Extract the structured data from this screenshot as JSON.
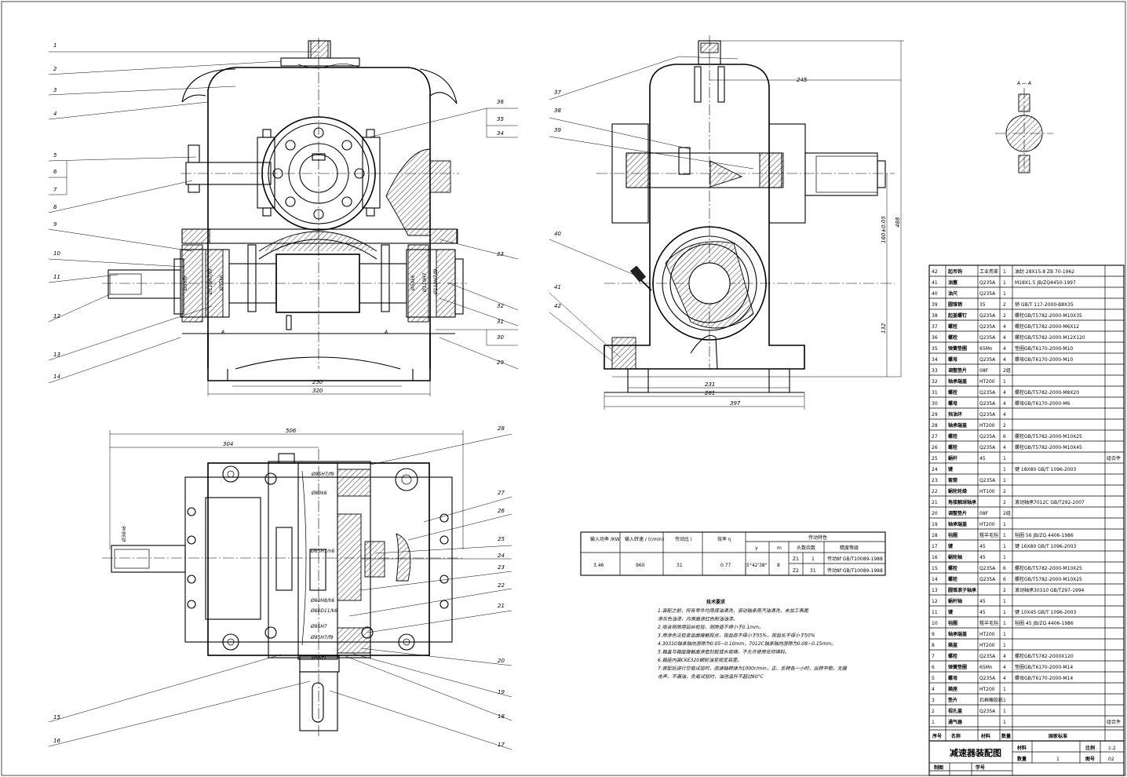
{
  "front_view": {
    "callouts_left": [
      "1",
      "2",
      "3",
      "4",
      "5",
      "6",
      "7",
      "8",
      "9",
      "10",
      "11",
      "12",
      "13",
      "14"
    ],
    "callouts_right": [
      "36",
      "35",
      "34",
      "33",
      "32",
      "31",
      "30",
      "29"
    ],
    "fits": [
      "Ø55f9",
      "Ø110H7/f9",
      "Ø55k6",
      "Ø50k6",
      "Ø110H7/f9",
      "Ø110H7"
    ],
    "section_mark": "A",
    "dims": {
      "d250": "250",
      "d320": "320"
    }
  },
  "side_view": {
    "callouts": [
      "37",
      "38",
      "39",
      "40",
      "41",
      "42"
    ],
    "dims": {
      "d245": "245",
      "d488": "488",
      "d160": "160±0.05",
      "d132": "132",
      "d231": "231",
      "d281": "281",
      "d397": "397"
    }
  },
  "section_aa": {
    "label": "A — A"
  },
  "top_view": {
    "callouts_right": [
      "28",
      "27",
      "26",
      "25",
      "24",
      "23",
      "22",
      "21",
      "20",
      "19",
      "18",
      "17"
    ],
    "callouts_left": [
      "15",
      "16"
    ],
    "fits": [
      "Ø95H7/f9",
      "Ø60k6",
      "Ø65H7/n6",
      "Ø60H8/h6",
      "Ø60D11/k6",
      "Ø95H7",
      "Ø95H7/f9",
      "Ø55f9",
      "Ø38n6"
    ],
    "dims": {
      "d506": "506",
      "d304": "304"
    }
  },
  "spec_table": {
    "headers": [
      "输入功率 /KW",
      "输入转速 / (r/min)",
      "传动比 i",
      "效率 η",
      "传动特性"
    ],
    "sub_headers": [
      "γ",
      "m",
      "头数齿数",
      "精度等级"
    ],
    "values": {
      "power": "3.46",
      "speed": "960",
      "ratio": "31",
      "eff": "0.77",
      "gamma": "5°42'38\"",
      "m": "8"
    },
    "rows": [
      {
        "name": "Z1",
        "num": "1",
        "grade": "传动8f GB/T10089-1988"
      },
      {
        "name": "Z2",
        "num": "31",
        "grade": "传动8f GB/T10089-1988"
      }
    ]
  },
  "tech_notes": {
    "title": "技术要求",
    "lines": [
      "1.装配之前，所有零件均用煤油清洗，滚动轴承用汽油清洗，未加工表面",
      "   涂灰色油漆，内表面涂红色耐油油漆。",
      "2.啮合侧隙用铅丝检验，侧隙值不得小于0.1mm。",
      "3.用涂色法检查齿面接触斑点，按齿高不得小于55%，按齿长不得小于50%",
      "4.30310轴承轴向游隙为0.05~0.10mm，7012C轴承轴向游隙为0.08~0.15mm。",
      "5.箱盖与箱座接触面涂密封胶或水玻璃，不允许使用任何填料。",
      "6.箱座内装CKE320蜗轮油至规定高度。",
      "7.装配后进行空载试验时，高速轴转速为1000r/min，正、反转各一小时，运转平稳，无撞",
      "   击声，不漏油，负载试验时，油池温升不超过60°C"
    ]
  },
  "bom": {
    "rows": [
      {
        "no": "42",
        "name": "起吊钩",
        "mat": "工业用革",
        "qty": "1",
        "std": "油封 28X15.8 ZB 70-1962",
        "note": ""
      },
      {
        "no": "41",
        "name": "油塞",
        "mat": "Q235A",
        "qty": "1",
        "std": "M18X1.5 JB/ZQ4450-1997",
        "note": ""
      },
      {
        "no": "40",
        "name": "油尺",
        "mat": "Q235A",
        "qty": "1",
        "std": "",
        "note": ""
      },
      {
        "no": "39",
        "name": "圆锥销",
        "mat": "35",
        "qty": "2",
        "std": "销 GB/T 117-2000-B8X35",
        "note": ""
      },
      {
        "no": "38",
        "name": "起盖螺钉",
        "mat": "Q235A",
        "qty": "2",
        "std": "螺栓GB/T5782-2000-M10X35",
        "note": ""
      },
      {
        "no": "37",
        "name": "螺栓",
        "mat": "Q235A",
        "qty": "4",
        "std": "螺栓GB/T5782-2000-M6X12",
        "note": ""
      },
      {
        "no": "36",
        "name": "螺栓",
        "mat": "Q235A",
        "qty": "4",
        "std": "螺栓GB/T5782-2000-M12X120",
        "note": ""
      },
      {
        "no": "35",
        "name": "弹簧垫圈",
        "mat": "65Mn",
        "qty": "4",
        "std": "垫圈GB/T6170-2000-M10",
        "note": ""
      },
      {
        "no": "34",
        "name": "螺母",
        "mat": "Q235A",
        "qty": "4",
        "std": "螺母GB/T6170-2000-M10",
        "note": ""
      },
      {
        "no": "33",
        "name": "调整垫片",
        "mat": "08F",
        "qty": "2组",
        "std": "",
        "note": ""
      },
      {
        "no": "32",
        "name": "轴承端盖",
        "mat": "HT200",
        "qty": "1",
        "std": "",
        "note": ""
      },
      {
        "no": "31",
        "name": "螺栓",
        "mat": "Q235A",
        "qty": "4",
        "std": "螺栓GB/T5782-2000-M8X20",
        "note": ""
      },
      {
        "no": "30",
        "name": "螺母",
        "mat": "Q235A",
        "qty": "4",
        "std": "螺母GB/T6170-2000-M6",
        "note": ""
      },
      {
        "no": "29",
        "name": "挡油环",
        "mat": "Q235A",
        "qty": "4",
        "std": "",
        "note": ""
      },
      {
        "no": "28",
        "name": "轴承端盖",
        "mat": "HT200",
        "qty": "2",
        "std": "",
        "note": ""
      },
      {
        "no": "27",
        "name": "螺栓",
        "mat": "Q235A",
        "qty": "6",
        "std": "螺栓GB/T5782-2000-M10X25",
        "note": ""
      },
      {
        "no": "26",
        "name": "螺栓",
        "mat": "Q235A",
        "qty": "4",
        "std": "螺栓GB/T5782-2000-M10X45",
        "note": ""
      },
      {
        "no": "25",
        "name": "蜗杆",
        "mat": "45",
        "qty": "1",
        "std": "",
        "note": "组合件"
      },
      {
        "no": "24",
        "name": "键",
        "mat": "",
        "qty": "1",
        "std": "键 18X80 GB/T 1096-2003",
        "note": ""
      },
      {
        "no": "23",
        "name": "套筒",
        "mat": "Q235A",
        "qty": "1",
        "std": "",
        "note": ""
      },
      {
        "no": "22",
        "name": "蜗轮轮缘",
        "mat": "HT100",
        "qty": "2",
        "std": "",
        "note": ""
      },
      {
        "no": "21",
        "name": "角接触球轴承",
        "mat": "",
        "qty": "2",
        "std": "滚动轴承7012C GB/T292-2007",
        "note": ""
      },
      {
        "no": "20",
        "name": "调整垫片",
        "mat": "08F",
        "qty": "2组",
        "std": "",
        "note": ""
      },
      {
        "no": "19",
        "name": "轴承端盖",
        "mat": "HT200",
        "qty": "1",
        "std": "",
        "note": ""
      },
      {
        "no": "18",
        "name": "毡圈",
        "mat": "粗羊毛毡",
        "qty": "1",
        "std": "毡圈 56 JB/ZQ 4406-1986",
        "note": ""
      },
      {
        "no": "17",
        "name": "键",
        "mat": "45",
        "qty": "1",
        "std": "键 16X80 GB/T 1096-2003",
        "note": ""
      },
      {
        "no": "16",
        "name": "蜗轮轴",
        "mat": "45",
        "qty": "1",
        "std": "",
        "note": ""
      },
      {
        "no": "15",
        "name": "螺栓",
        "mat": "Q235A",
        "qty": "6",
        "std": "螺栓GB/T5782-2000-M10X25",
        "note": ""
      },
      {
        "no": "14",
        "name": "螺栓",
        "mat": "Q235A",
        "qty": "6",
        "std": "螺栓GB/T5782-2000-M10X25",
        "note": ""
      },
      {
        "no": "13",
        "name": "圆锥滚子轴承",
        "mat": "",
        "qty": "2",
        "std": "滚动轴承30310 GB/T297-1994",
        "note": ""
      },
      {
        "no": "12",
        "name": "蜗杆轴",
        "mat": "45",
        "qty": "1",
        "std": "",
        "note": ""
      },
      {
        "no": "11",
        "name": "键",
        "mat": "45",
        "qty": "1",
        "std": "键 10X45 GB/T 1096-2003",
        "note": ""
      },
      {
        "no": "10",
        "name": "毡圈",
        "mat": "粗羊毛毡",
        "qty": "1",
        "std": "毡圈 45 JB/ZQ 4406-1986",
        "note": ""
      },
      {
        "no": "9",
        "name": "轴承端盖",
        "mat": "HT200",
        "qty": "1",
        "std": "",
        "note": ""
      },
      {
        "no": "8",
        "name": "箱盖",
        "mat": "HT200",
        "qty": "1",
        "std": "",
        "note": ""
      },
      {
        "no": "7",
        "name": "螺栓",
        "mat": "Q235A",
        "qty": "4",
        "std": "螺栓GB/T5782-2000X120",
        "note": ""
      },
      {
        "no": "6",
        "name": "弹簧垫圈",
        "mat": "65Mn",
        "qty": "4",
        "std": "垫圈GB/T6170-2000-M14",
        "note": ""
      },
      {
        "no": "5",
        "name": "螺母",
        "mat": "Q235A",
        "qty": "4",
        "std": "螺母GB/T6170-2000-M14",
        "note": ""
      },
      {
        "no": "4",
        "name": "箱座",
        "mat": "HT200",
        "qty": "1",
        "std": "",
        "note": ""
      },
      {
        "no": "3",
        "name": "垫片",
        "mat": "石棉橡胶纸",
        "qty": "1",
        "std": "",
        "note": ""
      },
      {
        "no": "2",
        "name": "视孔盖",
        "mat": "Q235A",
        "qty": "1",
        "std": "",
        "note": ""
      },
      {
        "no": "1",
        "name": "通气器",
        "mat": "",
        "qty": "1",
        "std": "",
        "note": "组合件"
      }
    ],
    "header": {
      "no": "序号",
      "name": "名称",
      "mat": "材料",
      "qty": "数量",
      "std": "国家标准",
      "note": ""
    }
  },
  "title_block": {
    "title": "减速器装配图",
    "material_label": "材料",
    "scale_label": "比例",
    "scale": "1:2",
    "qty_label": "数量",
    "qty": "1",
    "drawing_no_label": "图号",
    "drawing_no": "02",
    "drawn_label": "制图",
    "student_no_label": "学号"
  }
}
